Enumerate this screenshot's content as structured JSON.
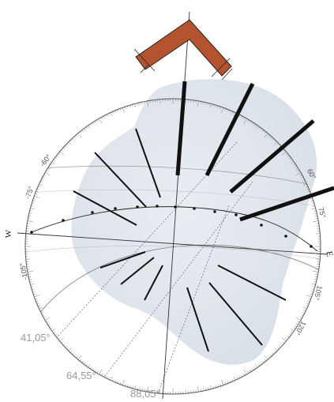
{
  "diagram": {
    "colors": {
      "background": "#ffffff",
      "blob": "#dfe5ec",
      "circle": "#666666",
      "bar": "#111111",
      "gable": "#b4532f",
      "label_gray": "#9a9a9a"
    },
    "gable_icon": "roof-gable-icon",
    "edge_labels": {
      "west": "W",
      "east": "E"
    },
    "scale_labels": {
      "n60": "-60°",
      "n75": "-75°",
      "n105": "-105°",
      "p60": "60°",
      "p75": "75°",
      "p105": "105°",
      "p120": "120°"
    },
    "angle_labels": [
      "41,05°",
      "64,55°",
      "88,05°"
    ]
  }
}
